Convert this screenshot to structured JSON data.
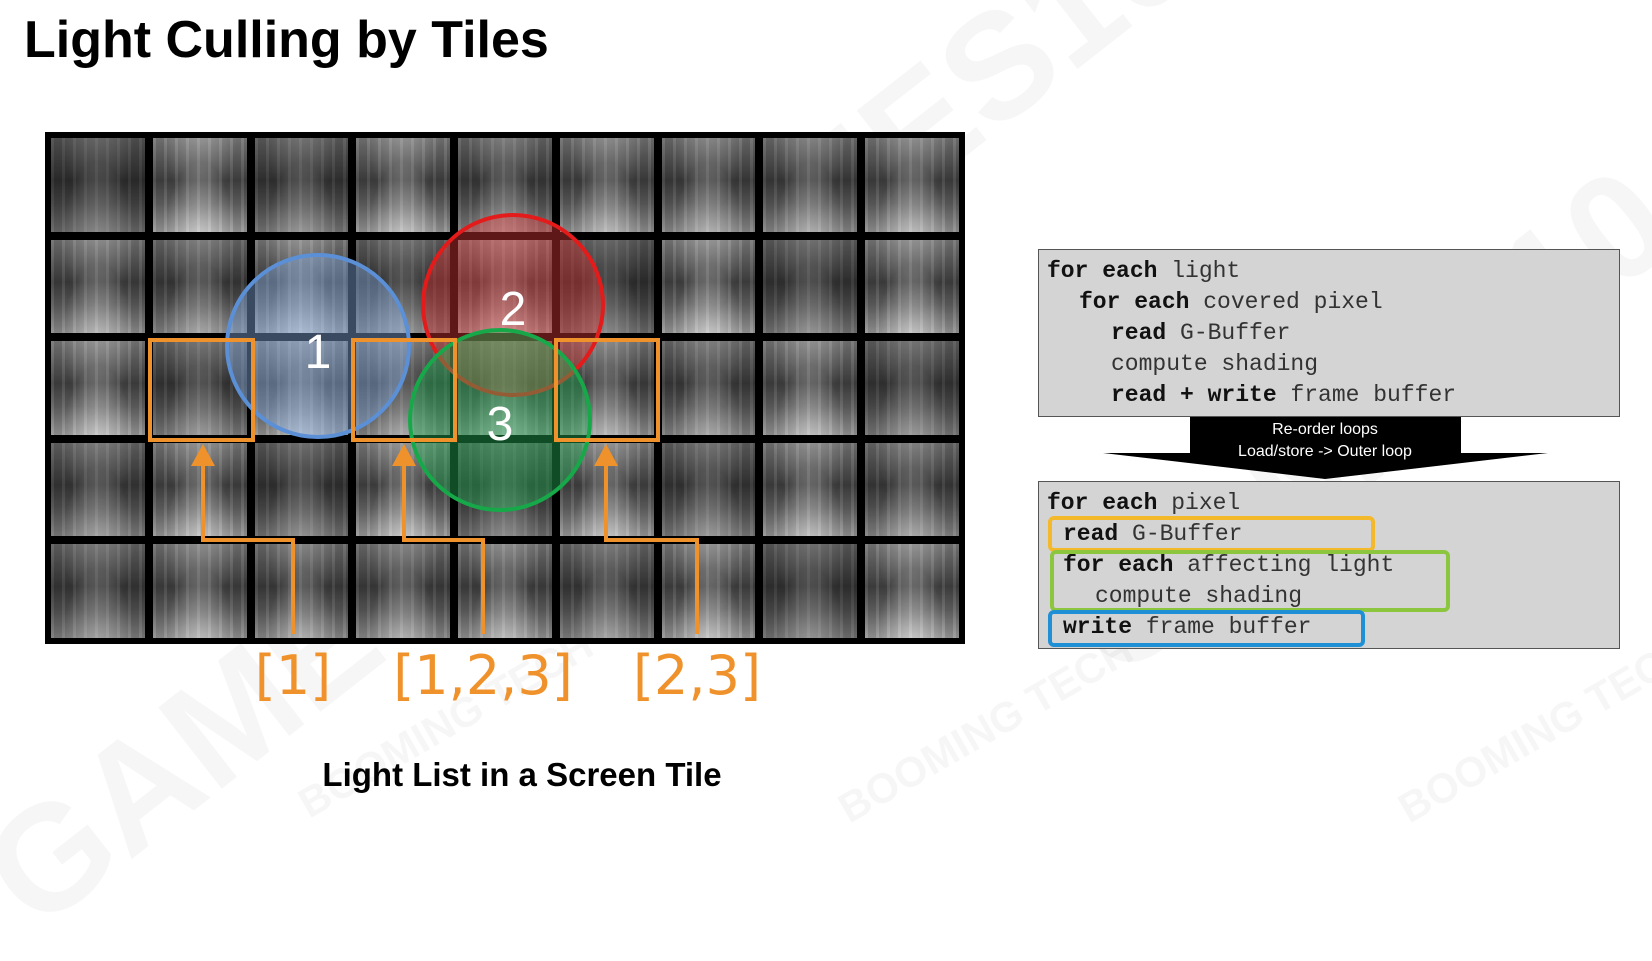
{
  "slide": {
    "title": "Light Culling by Tiles",
    "watermark": "GAMES104",
    "watermark2": "BOOMING TECH"
  },
  "diagram": {
    "lights": [
      {
        "label": "1",
        "color": "#5b8fd6",
        "fill": "#8ab0e6"
      },
      {
        "label": "2",
        "color": "#e31b1b",
        "fill": "#e03a3a"
      },
      {
        "label": "3",
        "color": "#17a84a",
        "fill": "#27b85a"
      }
    ],
    "tile_light_lists": [
      "[1]",
      "[1,2,3]",
      "[2,3]"
    ],
    "tile_highlight_color": "#f0922b",
    "caption": "Light List in a Screen Tile"
  },
  "code_before": {
    "lines": [
      {
        "kw": "for each",
        "rest": " light"
      },
      {
        "kw": "for each",
        "rest": " covered pixel"
      },
      {
        "kw": "read",
        "rest": " G-Buffer"
      },
      {
        "kw": "",
        "rest": "compute shading"
      },
      {
        "kw": "read + write",
        "rest": " frame buffer"
      }
    ]
  },
  "transform_arrow": {
    "line1": "Re-order loops",
    "line2": "Load/store -> Outer loop"
  },
  "code_after": {
    "lines": [
      {
        "kw": "for each",
        "rest": " pixel"
      },
      {
        "kw": "read",
        "rest": " G-Buffer"
      },
      {
        "kw": "for each",
        "rest": " affecting light"
      },
      {
        "kw": "",
        "rest": "compute shading"
      },
      {
        "kw": "write",
        "rest": " frame buffer"
      }
    ],
    "highlight_colors": {
      "read": "#f4b82b",
      "compute": "#8cc63f",
      "write": "#1f8fd6"
    }
  }
}
